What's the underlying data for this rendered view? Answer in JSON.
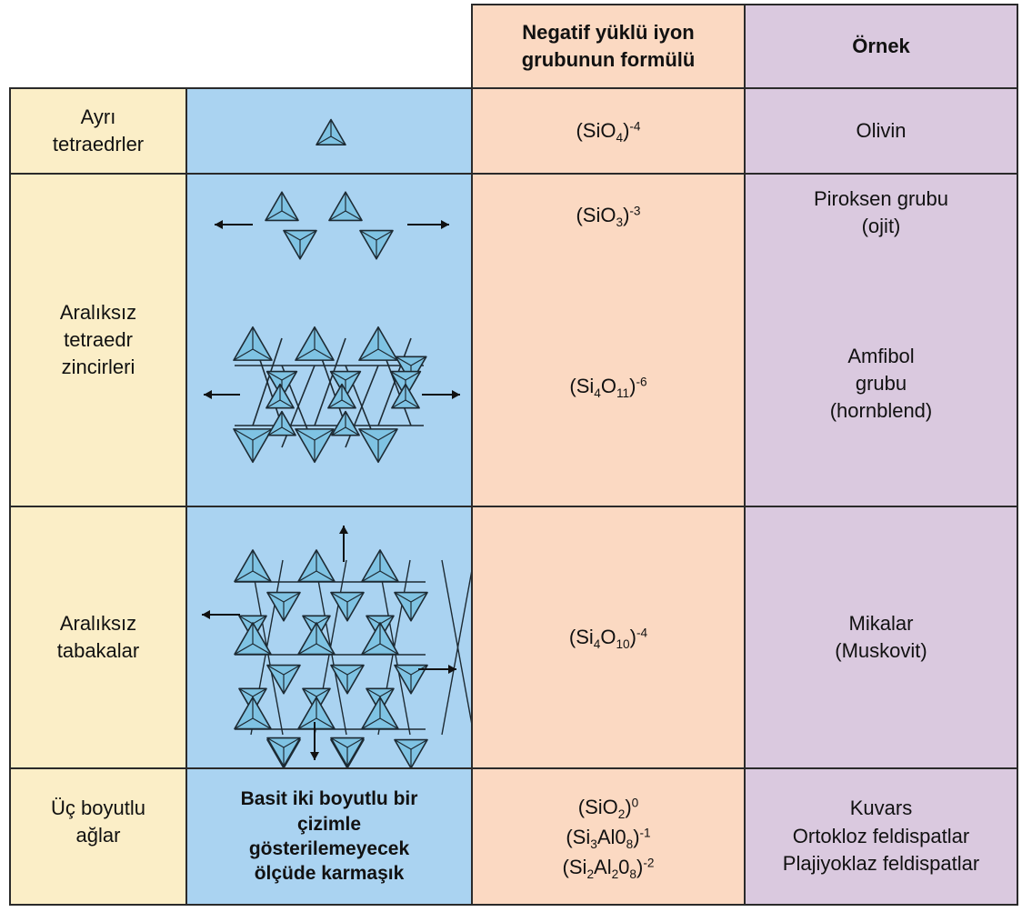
{
  "header": {
    "formula_col_line1": "Negatif yüklü iyon",
    "formula_col_line2": "grubunun formülü",
    "example_col": "Örnek"
  },
  "rows": [
    {
      "structure": [
        "Ayrı",
        "tetraedrler"
      ],
      "formulas": [
        {
          "base": "(SiO",
          "sub1": "4",
          "mid": ")",
          "sup": "-4"
        }
      ],
      "example": [
        "Olivin"
      ]
    },
    {
      "structure": [
        "Aralıksız",
        "tetraedr",
        "zincirleri"
      ],
      "formulas": [
        {
          "base": "(SiO",
          "sub1": "3",
          "mid": ")",
          "sup": "-3"
        },
        {
          "base": "(Si",
          "sub1": "4",
          "mid": "O",
          "sub2": "11",
          "end": ")",
          "sup": "-6"
        }
      ],
      "example": [
        "Piroksen grubu",
        "(ojit)"
      ],
      "example2": [
        "Amfibol",
        "grubu",
        "(hornblend)"
      ]
    },
    {
      "structure": [
        "Aralıksız",
        "tabakalar"
      ],
      "formulas": [
        {
          "base": "(Si",
          "sub1": "4",
          "mid": "O",
          "sub2": "10",
          "end": ")",
          "sup": "-4"
        }
      ],
      "example": [
        "Mikalar",
        "(Muskovit)"
      ]
    },
    {
      "structure": [
        "Üç boyutlu",
        "ağlar"
      ],
      "diagram_text": [
        "Basit iki boyutlu bir",
        "çizimle",
        "gösterilemeyecek",
        "ölçüde karmaşık"
      ],
      "formulas": [
        {
          "base": "(SiO",
          "sub1": "2",
          "mid": ")",
          "sup": "0"
        },
        {
          "base": "(Si",
          "sub1": "3",
          "mid": "Al0",
          "sub2": "8",
          "end": ")",
          "sup": "-1"
        },
        {
          "base": "(Si",
          "sub1": "2",
          "mid": "Al",
          "sub2": "2",
          "end": "0",
          "sub3": "8",
          "end2": ")",
          "sup": "-2"
        }
      ],
      "example": [
        "Kuvars",
        "Ortokloz feldispatlar",
        "Plajiyoklaz feldispatlar"
      ]
    }
  ],
  "colors": {
    "yellow": "#fbeec7",
    "blue": "#aad3f1",
    "peach": "#fbd9c2",
    "purple": "#dac9df",
    "tetra": "#7fc3e3"
  }
}
